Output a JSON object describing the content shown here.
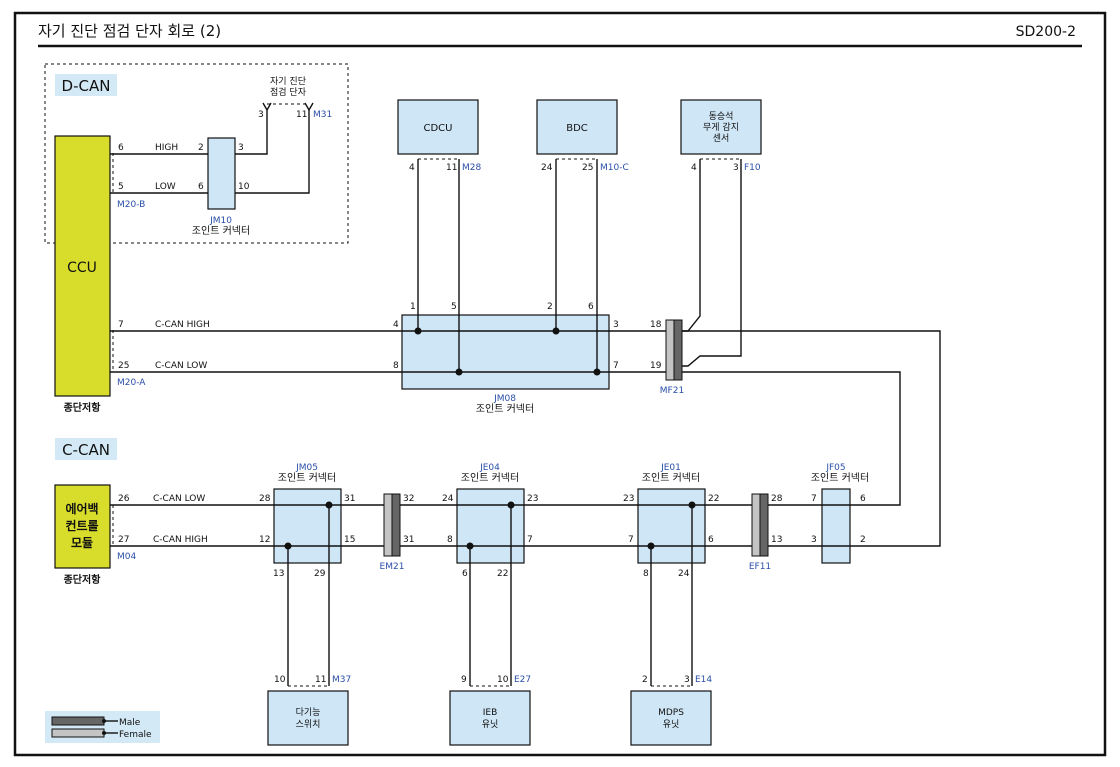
{
  "header": {
    "title": "자기 진단 점검 단자 회로 (2)",
    "code": "SD200-2"
  },
  "sections": {
    "dcan": "D-CAN",
    "ccan": "C-CAN"
  },
  "colors": {
    "module_fill": "#d8dd2c",
    "connector_fill": "#cfe6f6",
    "section_label_fill": "#d3e9f6",
    "connector_id": "#2a4fa8"
  },
  "ccu": {
    "label": "CCU",
    "termination": "종단저항",
    "conn_top": "M20-B",
    "conn_bot": "M20-A"
  },
  "airbag": {
    "line1": "에어백",
    "line2": "컨트롤",
    "line3": "모듈",
    "termination": "종단저항",
    "conn": "M04"
  },
  "diag_terminal": {
    "line1": "자기 진단",
    "line2": "점검 단자",
    "conn": "M31",
    "pin_a": "3",
    "pin_b": "11"
  },
  "jm10": {
    "id": "JM10",
    "label": "조인트 커넥터"
  },
  "jm08": {
    "id": "JM08",
    "label": "조인트 커넥터"
  },
  "jm05": {
    "id": "JM05",
    "label": "조인트 커넥터"
  },
  "je04": {
    "id": "JE04",
    "label": "조인트 커넥터"
  },
  "je01": {
    "id": "JE01",
    "label": "조인트 커넥터"
  },
  "jf05": {
    "id": "JF05",
    "label": "조인트 커넥터"
  },
  "modules": {
    "cdcu": {
      "label": "CDCU",
      "conn": "M28",
      "pin_a": "4",
      "pin_b": "11"
    },
    "bdc": {
      "label": "BDC",
      "conn": "M10-C",
      "pin_a": "24",
      "pin_b": "25"
    },
    "occupant": {
      "line1": "동승석",
      "line2": "무게 감지",
      "line3": "센서",
      "conn": "F10",
      "pin_a": "4",
      "pin_b": "3"
    },
    "multi": {
      "line1": "다기능",
      "line2": "스위치",
      "conn": "M37",
      "pin_a": "10",
      "pin_b": "11"
    },
    "ieb": {
      "line1": "IEB",
      "line2": "유닛",
      "conn": "E27",
      "pin_a": "9",
      "pin_b": "10"
    },
    "mdps": {
      "line1": "MDPS",
      "line2": "유닛",
      "conn": "E14",
      "pin_a": "2",
      "pin_b": "3"
    }
  },
  "inline": {
    "mf21": "MF21",
    "em21": "EM21",
    "ef11": "EF11"
  },
  "signals": {
    "high": "HIGH",
    "low": "LOW",
    "ccan_high": "C-CAN HIGH",
    "ccan_low": "C-CAN LOW"
  },
  "pins": {
    "ccu_high": "6",
    "ccu_low": "5",
    "ccu_ccan_high": "7",
    "ccu_ccan_low": "25",
    "jm10_2": "2",
    "jm10_3": "3",
    "jm10_6": "6",
    "jm10_10": "10",
    "jm08_1": "1",
    "jm08_5": "5",
    "jm08_2": "2",
    "jm08_6": "6",
    "jm08_4": "4",
    "jm08_3": "3",
    "jm08_8": "8",
    "jm08_7": "7",
    "mf21_18": "18",
    "mf21_19": "19",
    "ab_26": "26",
    "ab_27": "27",
    "jm05_28": "28",
    "jm05_31": "31",
    "jm05_12": "12",
    "jm05_15": "15",
    "jm05_13": "13",
    "jm05_29": "29",
    "em21_32": "32",
    "em21_31": "31",
    "je04_24": "24",
    "je04_23": "23",
    "je04_8": "8",
    "je04_7": "7",
    "je04_6": "6",
    "je04_22": "22",
    "je01_23": "23",
    "je01_22": "22",
    "je01_7": "7",
    "je01_6": "6",
    "je01_8": "8",
    "je01_24": "24",
    "ef11_28": "28",
    "ef11_13": "13",
    "jf05_7": "7",
    "jf05_6": "6",
    "jf05_3": "3",
    "jf05_2": "2"
  },
  "legend": {
    "male": "Male",
    "female": "Female"
  }
}
